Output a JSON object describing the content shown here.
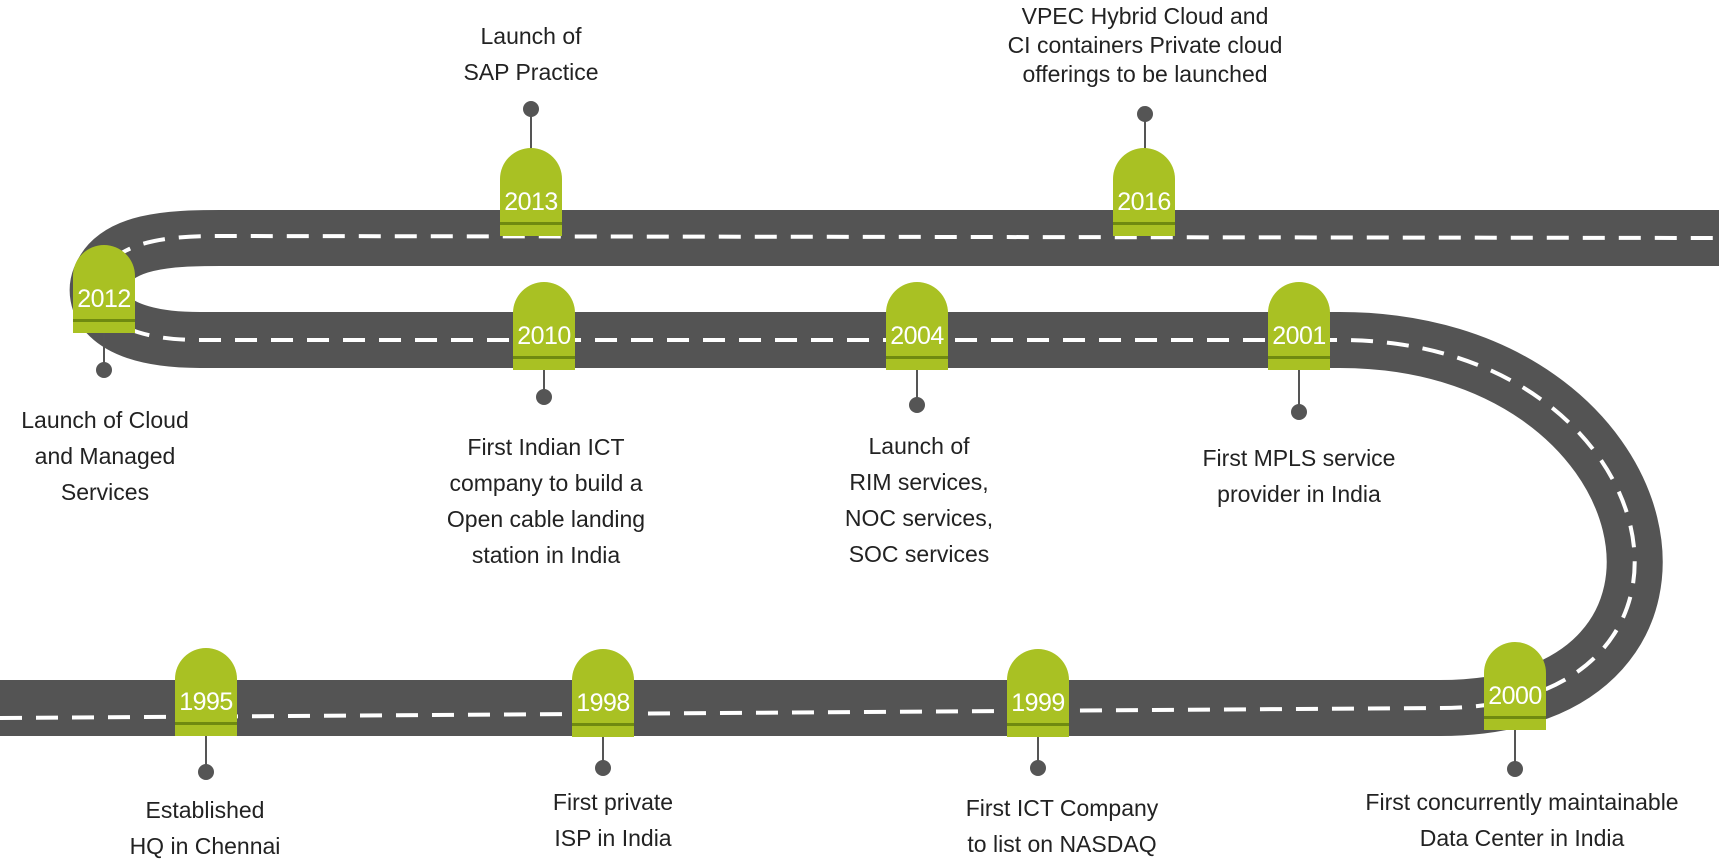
{
  "colors": {
    "road": "#545454",
    "dash": "#ffffff",
    "marker": "#a9c123",
    "stem": "#555555",
    "text": "#222222"
  },
  "milestones": [
    {
      "year": "1995",
      "caption": [
        "Established",
        "HQ in Chennai"
      ]
    },
    {
      "year": "1998",
      "caption": [
        "First private",
        "ISP in India"
      ]
    },
    {
      "year": "1999",
      "caption": [
        "First ICT Company",
        "to list on NASDAQ"
      ]
    },
    {
      "year": "2000",
      "caption": [
        "First concurrently maintainable",
        "Data Center in India"
      ]
    },
    {
      "year": "2001",
      "caption": [
        "First MPLS service",
        "provider in India"
      ]
    },
    {
      "year": "2004",
      "caption": [
        "Launch of",
        "RIM services,",
        "NOC services,",
        "SOC services"
      ]
    },
    {
      "year": "2010",
      "caption": [
        "First Indian ICT",
        "company to build a",
        "Open cable landing",
        "station in India"
      ]
    },
    {
      "year": "2012",
      "caption": [
        "Launch of Cloud",
        "and Managed",
        "Services"
      ]
    },
    {
      "year": "2013",
      "caption": [
        "Launch of",
        "SAP Practice"
      ]
    },
    {
      "year": "2016",
      "caption": [
        "VPEC Hybrid Cloud and",
        "CI containers Private cloud",
        "offerings to be launched"
      ]
    }
  ]
}
